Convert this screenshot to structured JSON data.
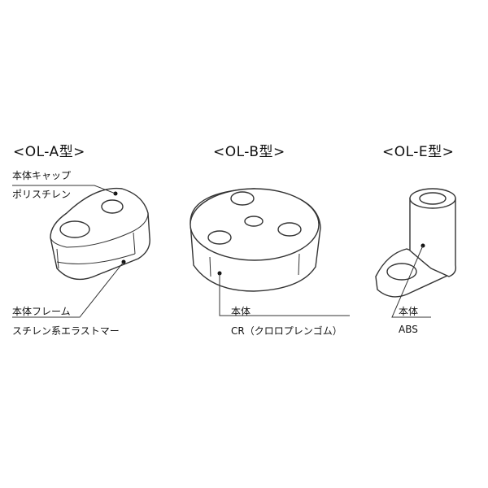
{
  "titles": {
    "ol_a": "<OL-A型>",
    "ol_b": "<OL-B型>",
    "ol_e": "<OL-E型>"
  },
  "ol_a": {
    "cap_label_1": "本体キャップ",
    "cap_label_2": "ポリスチレン",
    "frame_label_1": "本体フレーム",
    "frame_label_2": "スチレン系エラストマー"
  },
  "ol_b": {
    "body_label_1": "本体",
    "body_label_2": "CR（クロロプレンゴム）"
  },
  "ol_e": {
    "body_label_1": "本体",
    "body_label_2": "ABS"
  },
  "colors": {
    "stroke": "#333333",
    "fill": "#ffffff",
    "text": "#111111"
  }
}
